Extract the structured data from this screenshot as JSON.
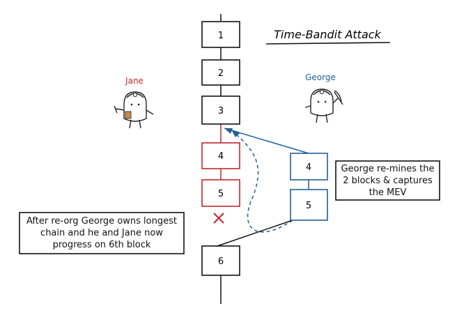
{
  "title": "Time-Bandit Attack",
  "miners": {
    "jane": {
      "name": "Jane",
      "color": "#c0272d"
    },
    "george": {
      "name": "George",
      "color": "#1f5f9a"
    }
  },
  "chain": {
    "main_blocks": [
      "1",
      "2",
      "3"
    ],
    "jane_fork": [
      "4",
      "5"
    ],
    "george_fork": [
      "4",
      "5"
    ],
    "next_block": "6"
  },
  "notes": {
    "george_note": "George re-mines the 2 blocks & captures the MEV",
    "after_reorg": "After re-org George owns longest chain and he and Jane now progress on 6th block"
  },
  "colors": {
    "ink": "#111111",
    "jane": "#c0272d",
    "george": "#1f5f9a"
  }
}
